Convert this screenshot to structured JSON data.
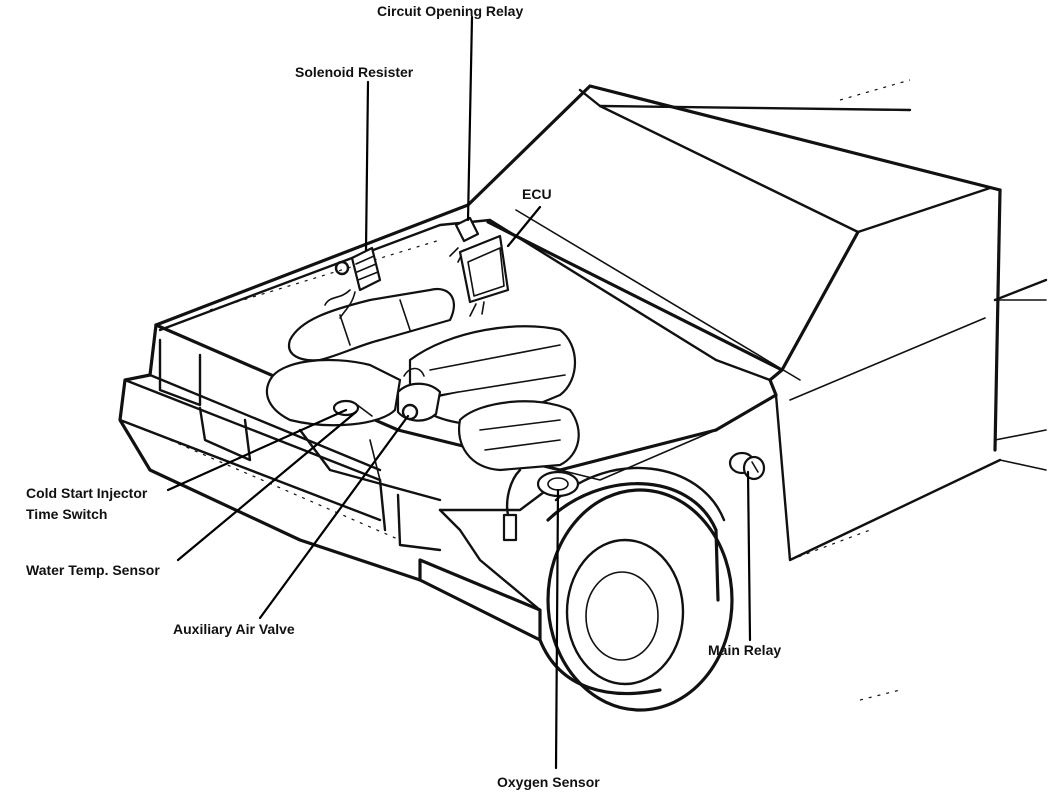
{
  "diagram": {
    "labels": {
      "circuit_opening_relay": "Circuit Opening Relay",
      "solenoid_resister": "Solenoid Resister",
      "ecu": "ECU",
      "cold_start_line1": "Cold Start Injector",
      "cold_start_line2": "Time Switch",
      "water_temp_sensor": "Water Temp. Sensor",
      "auxiliary_air_valve": "Auxiliary Air Valve",
      "main_relay": "Main Relay",
      "oxygen_sensor": "Oxygen Sensor"
    }
  }
}
